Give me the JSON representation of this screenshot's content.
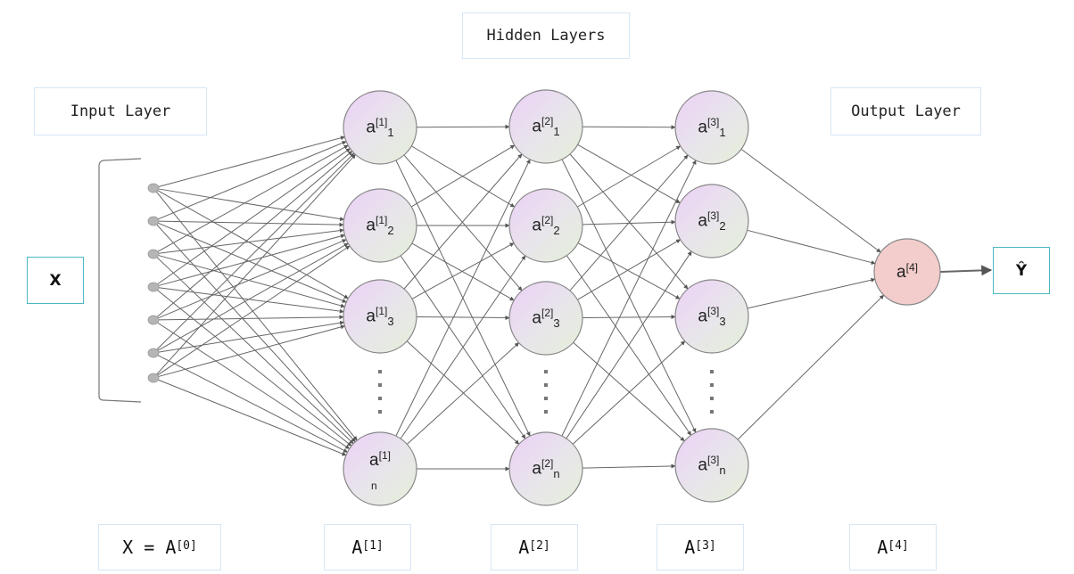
{
  "titles": {
    "hidden_layers": "Hidden Layers",
    "input_layer": "Input Layer",
    "output_layer": "Output Layer"
  },
  "input_box": {
    "label": "X"
  },
  "output_box": {
    "label": "Ŷ"
  },
  "input_features_count": 7,
  "layers": [
    {
      "name": "layer-1",
      "nodes": [
        {
          "base": "a",
          "sup": "[1]",
          "sub": "1"
        },
        {
          "base": "a",
          "sup": "[1]",
          "sub": "2"
        },
        {
          "base": "a",
          "sup": "[1]",
          "sub": "3"
        },
        {
          "base": "a",
          "sup": "[1]",
          "sub": "n"
        }
      ]
    },
    {
      "name": "layer-2",
      "nodes": [
        {
          "base": "a",
          "sup": "[2]",
          "sub": "1"
        },
        {
          "base": "a",
          "sup": "[2]",
          "sub": "2"
        },
        {
          "base": "a",
          "sup": "[2]",
          "sub": "3"
        },
        {
          "base": "a",
          "sup": "[2]",
          "sub": "n"
        }
      ]
    },
    {
      "name": "layer-3",
      "nodes": [
        {
          "base": "a",
          "sup": "[3]",
          "sub": "1"
        },
        {
          "base": "a",
          "sup": "[3]",
          "sub": "2"
        },
        {
          "base": "a",
          "sup": "[3]",
          "sub": "3"
        },
        {
          "base": "a",
          "sup": "[3]",
          "sub": "n"
        }
      ]
    }
  ],
  "output_node": {
    "base": "a",
    "sup": "[4]"
  },
  "matrices": [
    {
      "prefix": "X = ",
      "base": "A",
      "sup": "[0]"
    },
    {
      "prefix": "",
      "base": "A",
      "sup": "[1]"
    },
    {
      "prefix": "",
      "base": "A",
      "sup": "[2]"
    },
    {
      "prefix": "",
      "base": "A",
      "sup": "[3]"
    },
    {
      "prefix": "",
      "base": "A",
      "sup": "[4]"
    }
  ],
  "colors": {
    "hidden_node_top": "#ecd4f5",
    "hidden_node_bottom": "#e6eedb",
    "output_node": "#f3cccc",
    "edge": "#666666",
    "input_node": "#b5b5b5",
    "io_border": "#4bb8c4",
    "label_border": "#d6e6f5"
  }
}
